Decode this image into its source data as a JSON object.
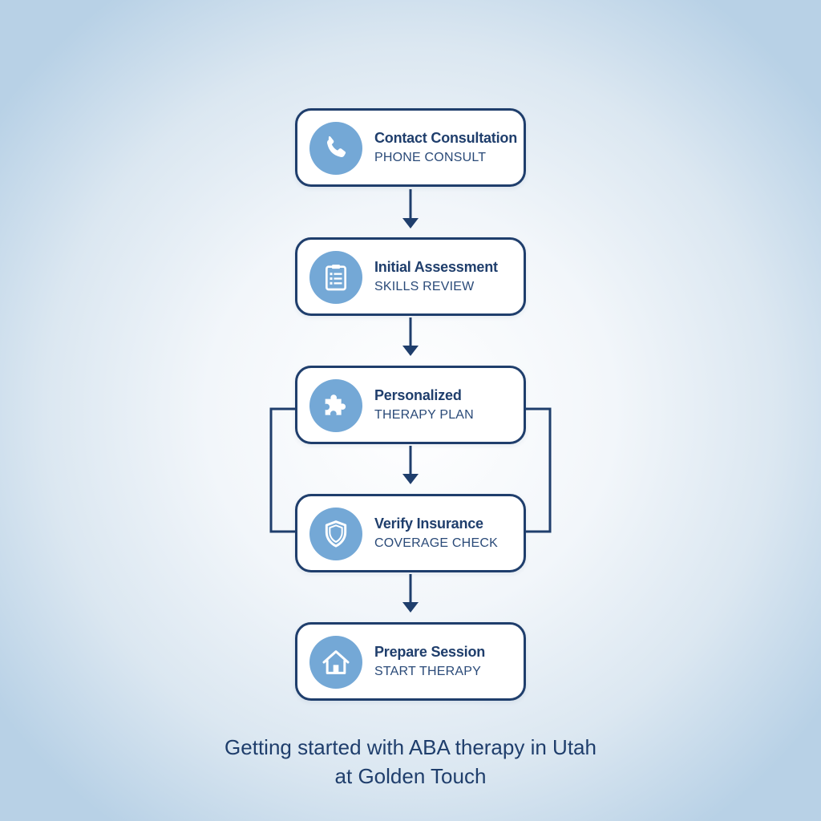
{
  "steps": [
    {
      "title": "Contact Consultation",
      "subtitle": "PHONE CONSULT",
      "icon": "phone-icon"
    },
    {
      "title": "Initial Assessment",
      "subtitle": "SKILLS REVIEW",
      "icon": "clipboard-icon"
    },
    {
      "title": "Personalized",
      "subtitle": "THERAPY PLAN",
      "icon": "puzzle-icon"
    },
    {
      "title": "Verify Insurance",
      "subtitle": "COVERAGE CHECK",
      "icon": "shield-icon"
    },
    {
      "title": "Prepare Session",
      "subtitle": "START THERAPY",
      "icon": "home-icon"
    }
  ],
  "caption": {
    "line1": "Getting started with ABA therapy in Utah",
    "line2": "at Golden Touch"
  },
  "colors": {
    "stroke": "#1f3e6c",
    "icon_circle": "#74a8d6",
    "box_fill": "#ffffff"
  }
}
